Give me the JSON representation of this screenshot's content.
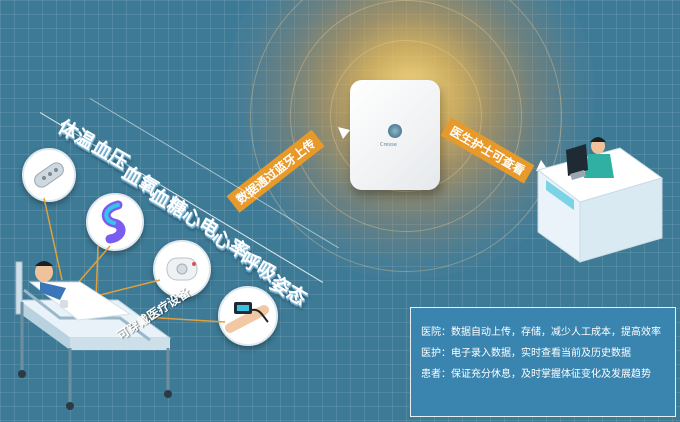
{
  "banners": {
    "upload": "数据通过蓝牙上传",
    "nurse_view": "医生护士可查看"
  },
  "vitals": [
    "体温",
    "血压",
    "血氧",
    "血糖",
    "心电",
    "心率",
    "呼吸",
    "姿态"
  ],
  "devices": {
    "caption": "可穿戴医疗设备",
    "icons": [
      "thermometer-patch-icon",
      "blood-oxygen-sensor-icon",
      "ecg-sensor-icon",
      "wrist-pulse-oximeter-icon"
    ]
  },
  "hub": {
    "logo_text": "Cresse"
  },
  "info_box": {
    "lines": [
      "医院：数据自动上传，存储，减少人工成本，提高效率",
      "医护：电子录入数据，实时查看当前及历史数据",
      "患者：保证充分休息，及时掌握体征变化及发展趋势"
    ]
  },
  "colors": {
    "background": "#3d7a96",
    "banner": "#e79a2a",
    "info_box": "#3a85b0",
    "accent_purple": "#7b5cf0",
    "accent_cyan": "#34c6e6"
  }
}
